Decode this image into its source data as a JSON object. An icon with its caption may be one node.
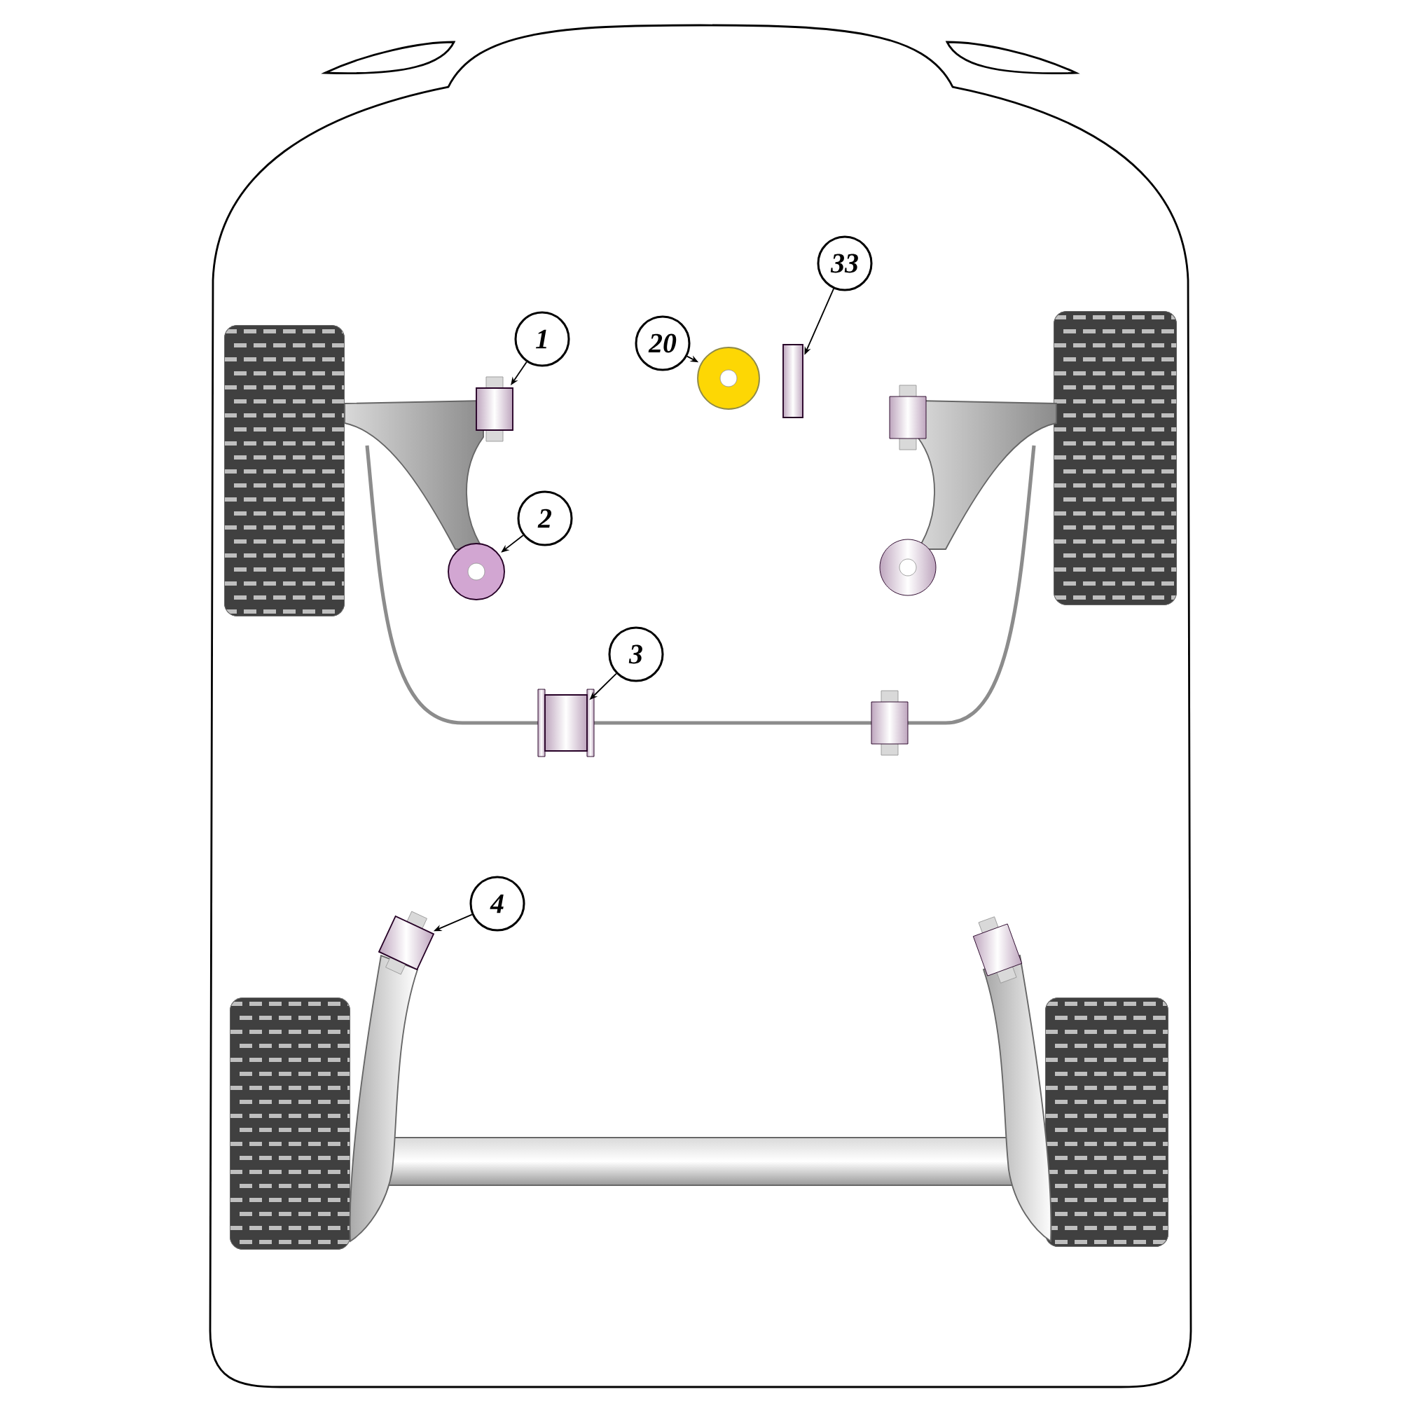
{
  "diagram": {
    "nodes": [
      {
        "text": [
          "20"
        ]
      },
      {
        "text": [],
        "shape": "circle"
      },
      {
        "text": [
          "33"
        ]
      },
      {
        "text": [],
        "shape": "bar"
      },
      {
        "text": [
          "1"
        ]
      },
      {
        "text": [],
        "shape": "box"
      },
      {
        "text": [
          "2"
        ]
      },
      {
        "text": [],
        "shape": "circle"
      },
      {
        "text": [
          "3"
        ]
      },
      {
        "text": [],
        "shape": "box"
      },
      {
        "text": [
          "4"
        ]
      },
      {
        "text": [],
        "shape": "box"
      }
    ],
    "edges": [
      {
        "from": 0,
        "to": 1,
        "arrow": "to"
      },
      {
        "from": 2,
        "to": 3,
        "arrow": "to"
      },
      {
        "from": 4,
        "to": 5,
        "arrow": "to"
      },
      {
        "from": 6,
        "to": 7,
        "arrow": "to"
      },
      {
        "from": 8,
        "to": 9,
        "arrow": "to"
      },
      {
        "from": 10,
        "to": 11,
        "arrow": "to"
      }
    ]
  }
}
